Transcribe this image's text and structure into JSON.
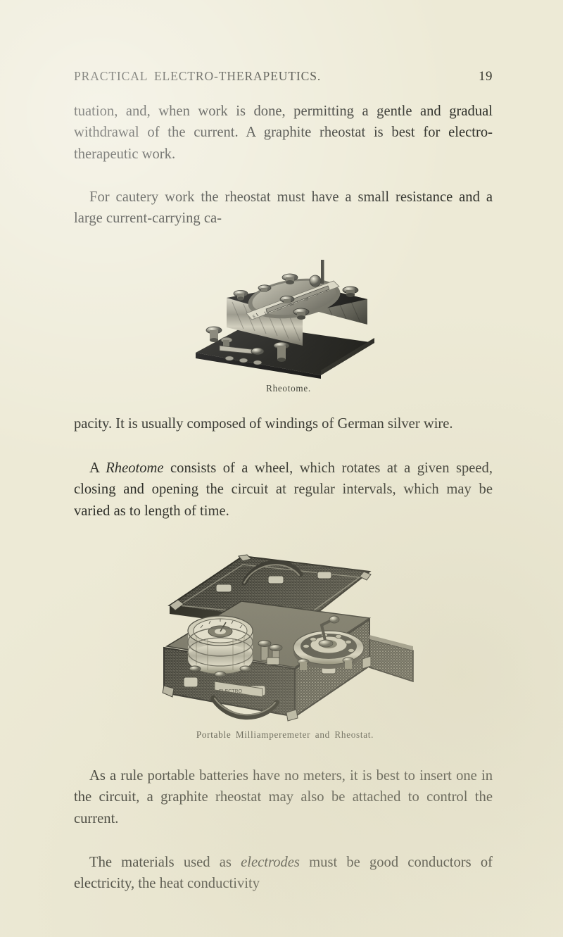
{
  "page": {
    "background_color": "#edead6",
    "ink_color": "#2f302a"
  },
  "running_head": {
    "title": "PRACTICAL  ELECTRO-THERAPEUTICS.",
    "folio": "19"
  },
  "body": {
    "paragraph_1_line_continued": "tuation, and, when work is done, permitting a gentle and gradual withdrawal of the current. A graphite rheostat is best for electro-therapeutic work.",
    "paragraph_2": "For cautery work the rheostat must have a small resistance and a large current-carrying ca-",
    "paragraph_3": "pacity. It is usually composed of windings of German silver wire.",
    "paragraph_4_lead": "A ",
    "paragraph_4_italic": "Rheotome",
    "paragraph_4_rest": " consists of a wheel, which rotates at a given speed, closing and opening the circuit at regular intervals, which may be varied as to length of time.",
    "paragraph_5": "As a rule portable batteries have no meters, it is best to insert one in the circuit, a graphite rheostat may also be attached to control the current.",
    "paragraph_6_lead": "The materials used as ",
    "paragraph_6_italic": "electrodes",
    "paragraph_6_rest": " must be good conductors of electricity, the heat conductivity"
  },
  "figures": [
    {
      "name": "rheotome",
      "caption": "Rheotome.",
      "description": "engraving-rheotome-instrument"
    },
    {
      "name": "portable-milliamperemeter-and-rheostat",
      "caption": "Portable  Milliamperemeter  and  Rheostat.",
      "description": "engraving-portable-case-meter"
    }
  ]
}
